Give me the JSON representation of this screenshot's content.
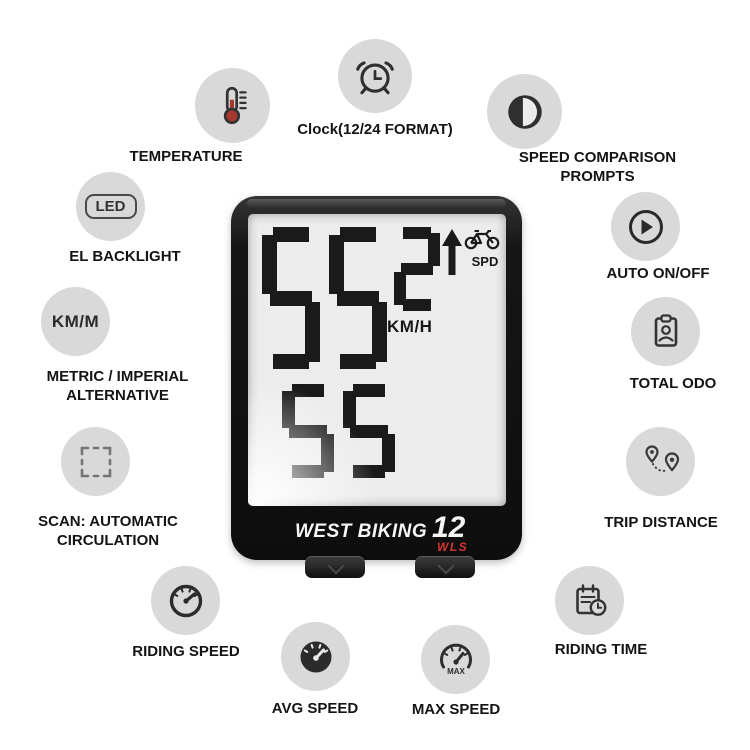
{
  "features": [
    {
      "icon": "thermometer-icon",
      "label": "TEMPERATURE"
    },
    {
      "icon": "alarm-clock-icon",
      "label": "Clock(12/24 FORMAT)"
    },
    {
      "icon": "speed-comparison-icon",
      "label": "SPEED COMPARISON\nPROMPTS"
    },
    {
      "icon": "led-backlight-icon",
      "label": "EL BACKLIGHT"
    },
    {
      "icon": "auto-on-off-icon",
      "label": "AUTO ON/OFF"
    },
    {
      "icon": "metric-imperial-icon",
      "label": "METRIC / IMPERIAL\nALTERNATIVE"
    },
    {
      "icon": "total-odo-icon",
      "label": "TOTAL ODO"
    },
    {
      "icon": "scan-brackets-icon",
      "label": "SCAN: AUTOMATIC\nCIRCULATION"
    },
    {
      "icon": "trip-distance-icon",
      "label": "TRIP DISTANCE"
    },
    {
      "icon": "riding-speed-icon",
      "label": "RIDING SPEED"
    },
    {
      "icon": "riding-time-icon",
      "label": "RIDING TIME"
    },
    {
      "icon": "avg-speed-icon",
      "label": "AVG SPEED"
    },
    {
      "icon": "max-speed-icon",
      "label": "MAX SPEED"
    }
  ],
  "icon_texts": {
    "led": "LED",
    "km_m": "KM/M",
    "max": "MAX"
  },
  "device": {
    "brand": "WEST BIKING",
    "model_number": "12",
    "model_series": "WLS",
    "display": {
      "speed_main": "55",
      "speed_decimal": "2",
      "unit": "KM/H",
      "mode": "SPD",
      "secondary_reading": "55"
    }
  },
  "colors": {
    "icon_circle": "#d9d9d9",
    "glyph": "#2f2f2f",
    "accent_red": "#d8342e",
    "device_body": "#141414",
    "screen": "#ececec",
    "segment": "#1a1a1a"
  }
}
